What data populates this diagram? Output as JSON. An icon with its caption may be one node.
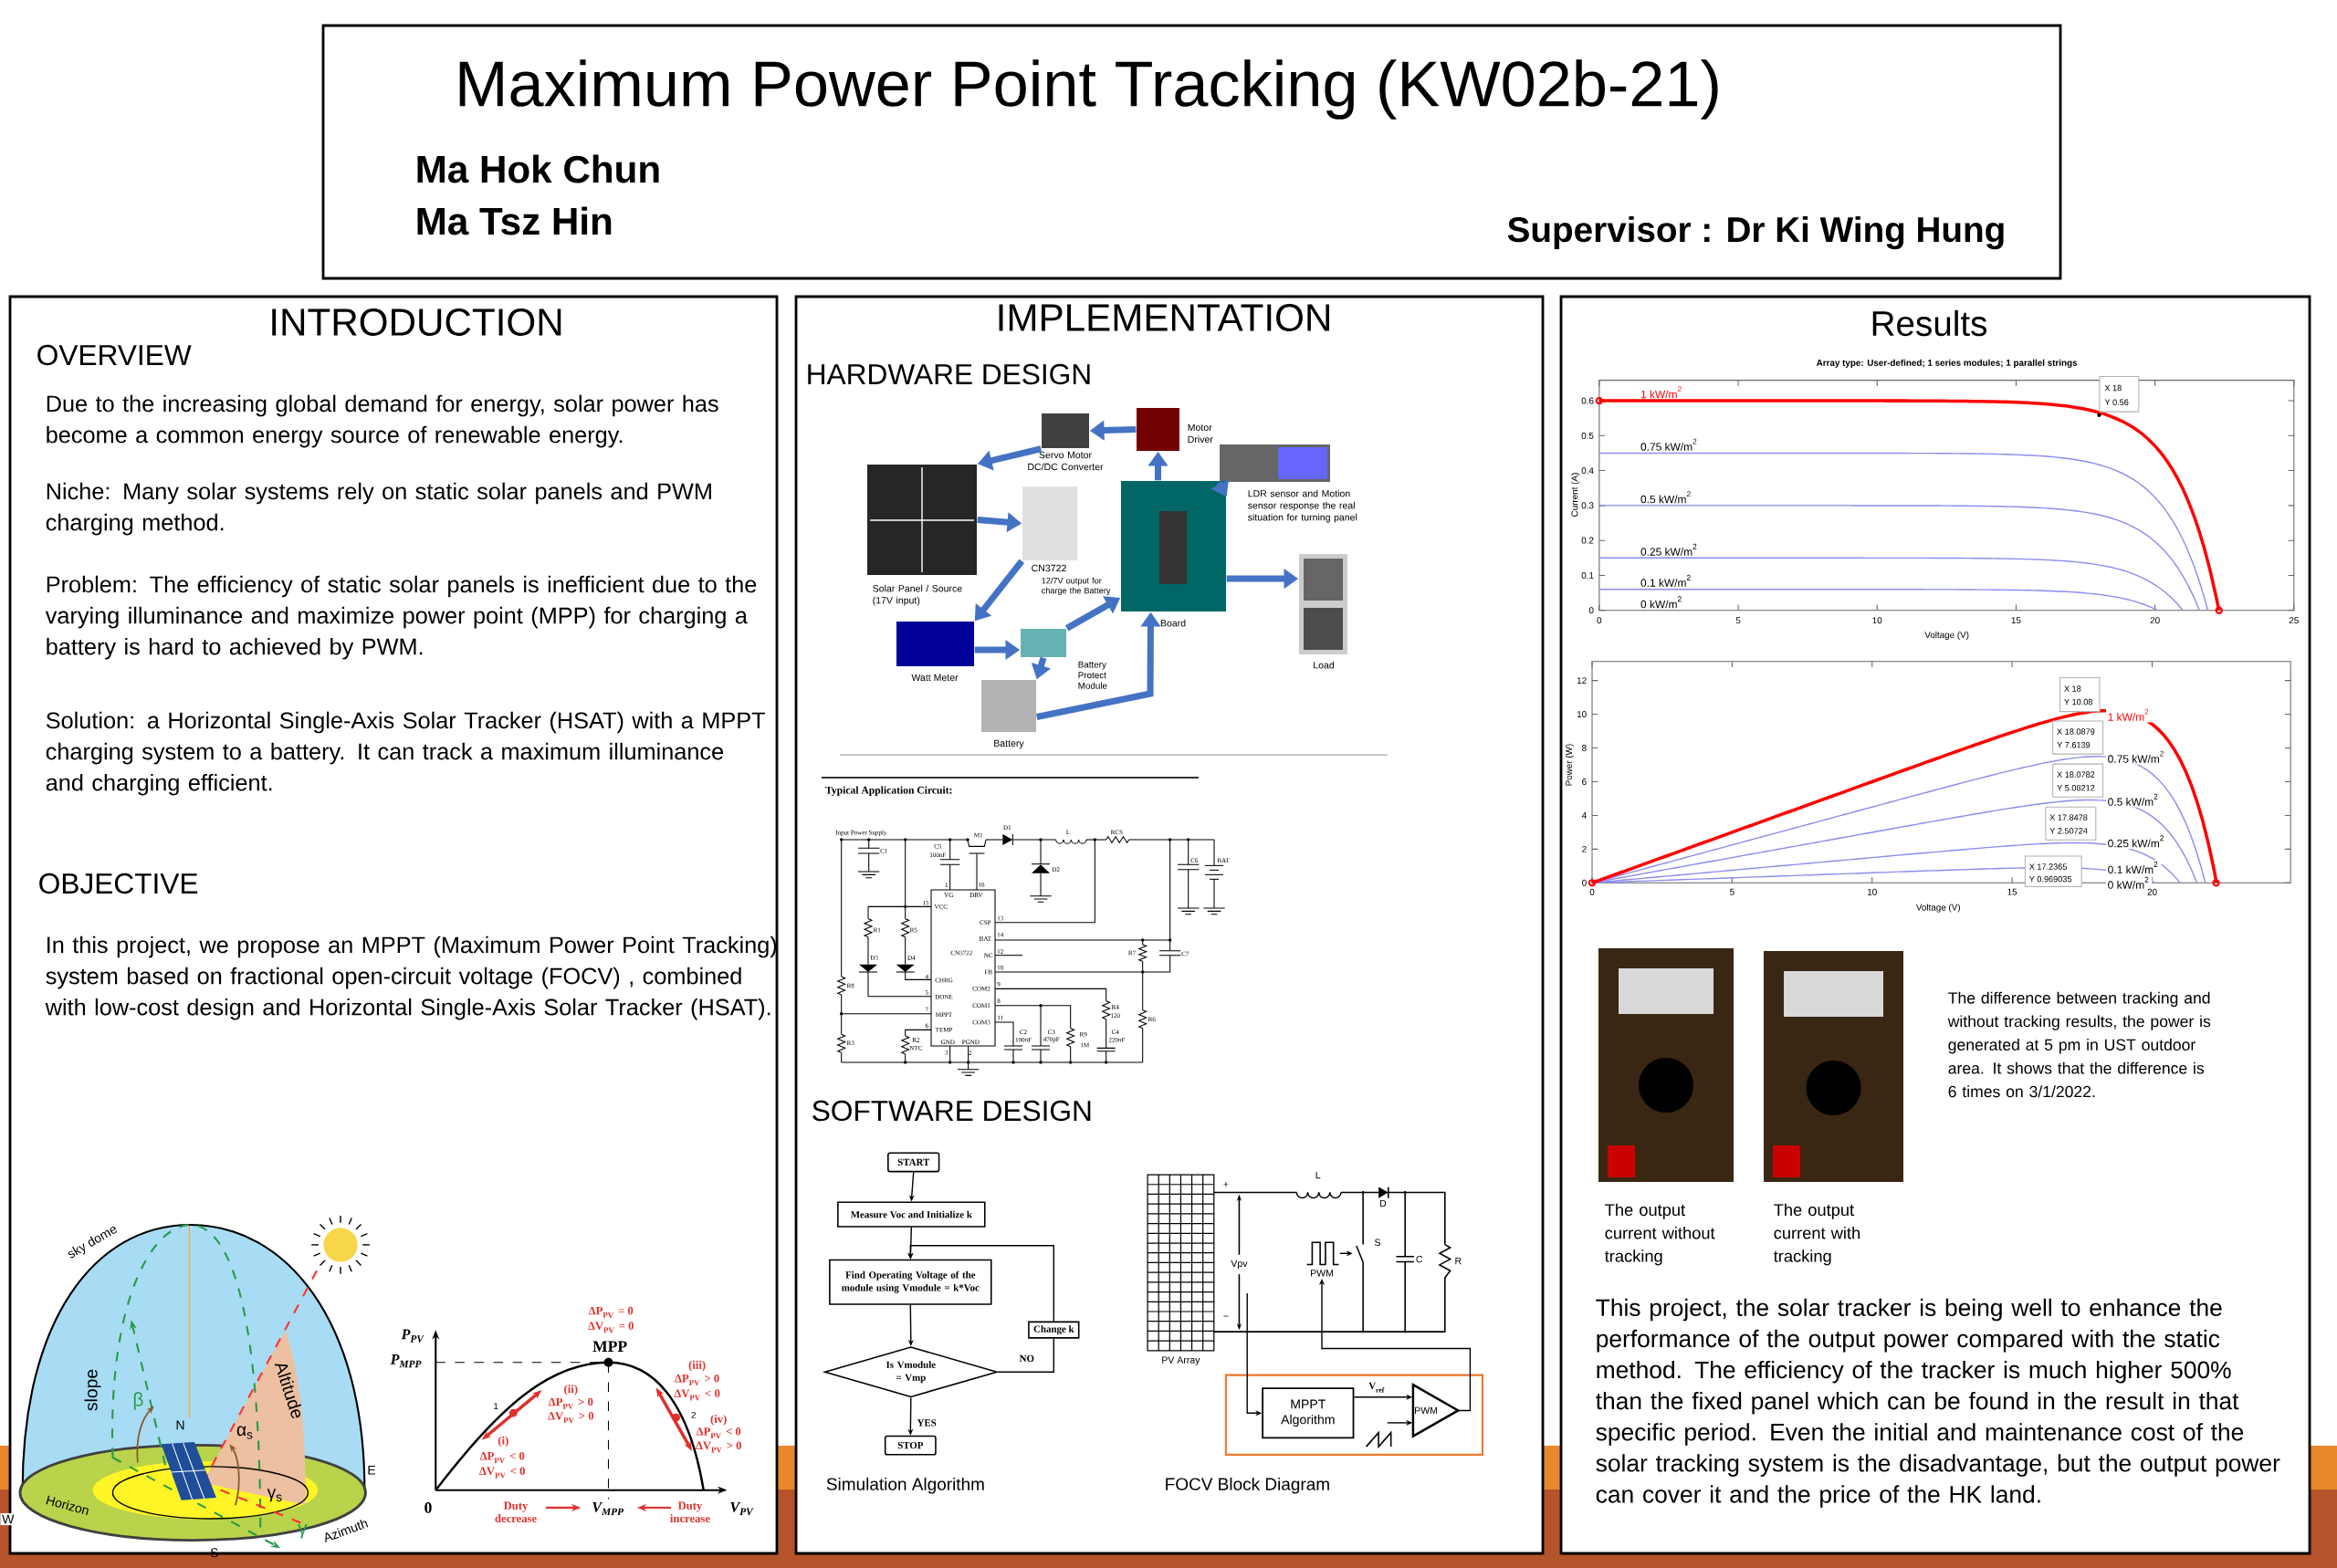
{
  "diagram": {
    "title": "Maximum Power Point Tracking (KW02b-21)",
    "nodes": [
      {
        "text": [
          "Servo Motor DC/DC Converter"
        ]
      },
      {
        "text": [
          "Motor Driver"
        ]
      },
      {
        "text": [
          "LDR sensor and Motion sensor response the real situation for turning panel"
        ]
      },
      {
        "text": [
          "Solar Panel / Source (17V input)"
        ]
      },
      {
        "text": [
          "CN3722",
          "12/7V output for charge the Battery"
        ]
      },
      {
        "text": [
          "Board"
        ]
      },
      {
        "text": [
          "Load"
        ]
      },
      {
        "text": [
          "Watt Meter"
        ]
      },
      {
        "text": [
          "Battery Protect Module"
        ]
      },
      {
        "text": [
          "Battery"
        ]
      },
      {
        "text": [
          "START"
        ]
      },
      {
        "text": [
          "Measure Voc and Initialize k"
        ]
      },
      {
        "text": [
          "Find Operating Voltage of the module using Vmodule = k*Voc"
        ]
      },
      {
        "text": [
          "Is Vmodule = Vmp"
        ]
      },
      {
        "text": [
          "Change k"
        ]
      },
      {
        "text": [
          "STOP"
        ]
      },
      {
        "text": [
          "PWM"
        ]
      },
      {
        "text": [],
        "shape": "box"
      },
      {
        "text": [
          "MPPT Algorithm"
        ],
        "in": 17
      },
      {
        "text": [
          "PWM"
        ],
        "in": 17
      },
      {
        "text": [
          "S"
        ]
      }
    ],
    "edges": [
      {
        "from": 1,
        "to": 0,
        "arrow": "to",
        "style": "thick",
        "color": "#4472c4"
      },
      {
        "from": 0,
        "to": 3,
        "arrow": "to",
        "style": "thick",
        "color": "#4472c4"
      },
      {
        "from": 5,
        "to": 1,
        "arrow": "to",
        "style": "thick",
        "color": "#4472c4"
      },
      {
        "from": 2,
        "to": 5,
        "arrow": "to",
        "style": "thick",
        "color": "#4472c4"
      },
      {
        "from": 3,
        "to": 4,
        "arrow": "to",
        "style": "thick",
        "color": "#4472c4"
      },
      {
        "from": 5,
        "to": 6,
        "arrow": "to",
        "style": "thick",
        "color": "#4472c4"
      },
      {
        "from": 4,
        "to": 7,
        "arrow": "to",
        "style": "thick",
        "color": "#4472c4"
      },
      {
        "from": 7,
        "to": 8,
        "arrow": "to",
        "style": "thick",
        "color": "#4472c4"
      },
      {
        "from": 8,
        "to": 9,
        "arrow": "to",
        "style": "thick",
        "color": "#4472c4"
      },
      {
        "from": 8,
        "to": 5,
        "arrow": "to",
        "style": "thick",
        "color": "#4472c4"
      },
      {
        "from": 9,
        "to": 5,
        "arrow": "to",
        "style": "thick",
        "color": "#4472c4"
      },
      {
        "from": 10,
        "to": 11,
        "arrow": "to",
        "color": "#000000"
      },
      {
        "from": 11,
        "to": 12,
        "arrow": "to",
        "color": "#000000"
      },
      {
        "from": 12,
        "to": 13,
        "arrow": "to",
        "color": "#000000"
      },
      {
        "from": 13,
        "to": 14,
        "arrow": "none",
        "label": "NO",
        "color": "#000000"
      },
      {
        "from": 14,
        "to": 12,
        "arrow": "to",
        "color": "#000000"
      },
      {
        "from": 13,
        "to": 15,
        "arrow": "to",
        "label": "YES",
        "color": "#000000"
      },
      {
        "from": null,
        "to": 18,
        "arrow": "to",
        "color": "#000000"
      },
      {
        "from": 18,
        "to": 19,
        "arrow": "to",
        "label": "V$_{ref}$",
        "color": "#000000"
      },
      {
        "from": null,
        "to": 19,
        "arrow": "to",
        "color": "#000000"
      },
      {
        "from": 19,
        "to": 16,
        "arrow": "to",
        "color": "#000000"
      },
      {
        "from": 16,
        "to": 20,
        "arrow": "to",
        "color": "#000000"
      }
    ],
    "labels": [
      "Ma Hok Chun",
      "Ma Tsz Hin",
      "Supervisor : Dr Ki Wing Hung",
      "INTRODUCTION",
      "OVERVIEW",
      "Due to the increasing global demand for energy, solar power has become a common energy source of renewable energy.",
      "Niche: Many solar systems rely on static solar panels and PWM charging method.",
      "Problem: The efficiency of static solar panels is inefficient due to the varying illuminance and maximize power point (MPP) for charging a battery is hard to achieved by PWM.",
      "Solution: a Horizontal Single-Axis Solar Tracker (HSAT) with a MPPT charging system to a battery. It can track a maximum illuminance and charging efficient.",
      "OBJECTIVE",
      "In this project, we propose an MPPT (Maximum Power Point Tracking) system based on fractional open-circuit voltage (FOCV) , combined with low-cost design and Horizontal Single-Axis Solar Tracker (HSAT).",
      "sky dome",
      "slope",
      "β",
      "N",
      "α$_{s}$",
      "Altitude",
      "E",
      "γ$_{s}$",
      "Horizon",
      "W",
      "Azimuth",
      "γ",
      "S",
      "ΔP$_{PV}$ = 0",
      "ΔV$_{PV}$ = 0",
      "P$_{PV}$",
      "MPP",
      "P$_{MPP}$",
      "(iii)",
      "ΔP$_{PV}$ > 0",
      "ΔV$_{PV}$ < 0",
      "(ii)",
      "ΔP$_{PV}$ > 0",
      "ΔV$_{PV}$ > 0",
      "1",
      "2",
      "(iv)",
      "ΔP$_{PV}$ < 0",
      "ΔV$_{PV}$ > 0",
      "(i)",
      "ΔP$_{PV}$ < 0",
      "ΔV$_{PV}$ < 0",
      "0",
      "Duty decrease",
      "V$_{MPP}$",
      "Duty increase",
      "V$_{PV}$",
      "IMPLEMENTATION",
      "HARDWARE DESIGN",
      "Typical Application Circuit:",
      "Input Power Supply",
      "C1",
      "M1",
      "D1",
      "L",
      "RCS",
      "C5",
      "100nF",
      "D2",
      "C6",
      "BAT",
      "1",
      "16",
      "VG",
      "DRV",
      "15",
      "VCC",
      "CSP",
      "13",
      "R1",
      "R5",
      "14",
      "BAT",
      "CN3722",
      "NC",
      "12",
      "R7",
      "C7",
      "D3",
      "D4",
      "10",
      "FB",
      "4",
      "CHRG",
      "R8",
      "9",
      "COM2",
      "5",
      "DONE",
      "8",
      "COM1",
      "R4",
      "120",
      "7",
      "MPPT",
      "COM3",
      "11",
      "R6",
      "6",
      "TEMP",
      "C2",
      "C3",
      "R9",
      "C4",
      "R2",
      "100nF",
      "470pF",
      "220nF",
      "R3",
      "GND",
      "PGND",
      "1M",
      "NTC",
      "3",
      "2",
      "SOFTWARE DESIGN",
      "+",
      "L",
      "D",
      "Vpv",
      "C",
      "R",
      "−",
      "PV Array",
      "Simulation Algorithm",
      "FOCV Block Diagram",
      "Results",
      "Array type: User-defined; 1 series modules; 1 parallel strings",
      "0.6",
      "0.5",
      "0.4",
      "0.3",
      "0.2",
      "0.1",
      "0",
      "Current (A)",
      "1 kW/m$^{2}$",
      "0.75 kW/m$^{2}$",
      "0.5 kW/m$^{2}$",
      "0.25 kW/m$^{2}$",
      "0.1 kW/m$^{2}$",
      "0 kW/m$^{2}$",
      "X 18",
      "Y 0.56",
      "0",
      "5",
      "10",
      "15",
      "20",
      "25",
      "Voltage (V)",
      "12",
      "10",
      "8",
      "6",
      "4",
      "2",
      "0",
      "Power (W)",
      "1 kW/m$^{2}$",
      "0.75 kW/m$^{2}$",
      "0.5 kW/m$^{2}$",
      "0.25 kW/m$^{2}$",
      "0.1 kW/m$^{2}$",
      "0 kW/m$^{2}$",
      "X 18",
      "Y 10.08",
      "X 18.0879",
      "Y 7.6139",
      "X 18.0782",
      "Y 5.08212",
      "X 17.8478",
      "Y 2.50724",
      "X 17.2365",
      "Y 0.969035",
      "0",
      "5",
      "10",
      "15",
      "20",
      "Voltage (V)",
      "The output current without tracking",
      "The output current with tracking",
      "The difference between tracking and without tracking results, the power is generated at 5 pm in UST outdoor area. It shows that the difference is 6 times on 3/1/2022.",
      "This project, the solar tracker is being well to enhance the performance of the output power compared with the static method. The efficiency of the tracker is much higher 500% than the fixed panel which can be found in the result in that specific period. Even the initial and maintenance cost of the solar tracking system is the disadvantage, but the output power can cover it and the price of the HK land."
    ]
  }
}
